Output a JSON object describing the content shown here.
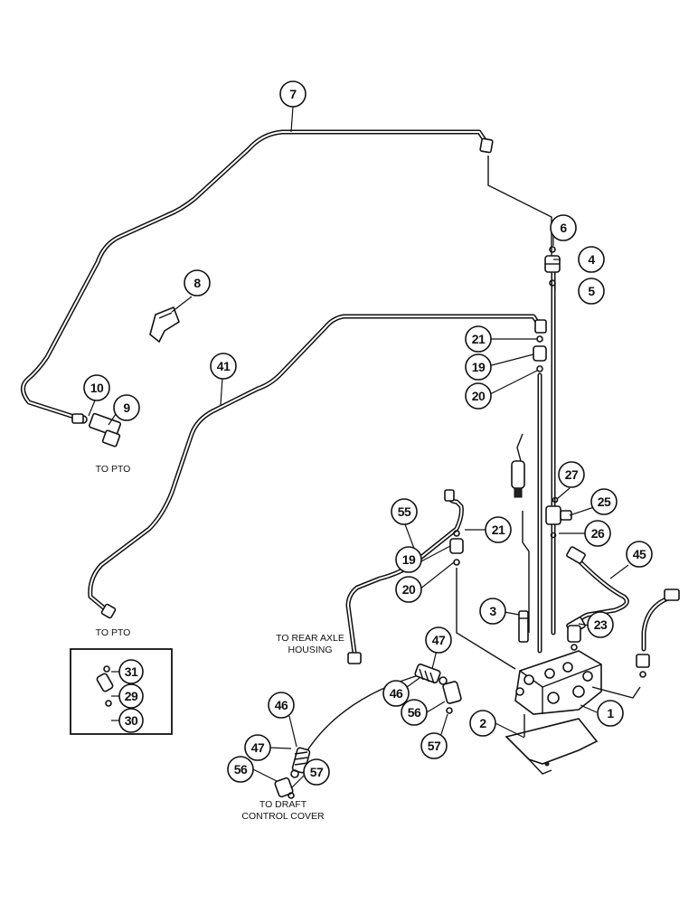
{
  "callouts": [
    {
      "id": "c7",
      "label": "7"
    },
    {
      "id": "c6",
      "label": "6"
    },
    {
      "id": "c4",
      "label": "4"
    },
    {
      "id": "c5",
      "label": "5"
    },
    {
      "id": "c8",
      "label": "8"
    },
    {
      "id": "c21a",
      "label": "21"
    },
    {
      "id": "c19a",
      "label": "19"
    },
    {
      "id": "c20a",
      "label": "20"
    },
    {
      "id": "c41",
      "label": "41"
    },
    {
      "id": "c10",
      "label": "10"
    },
    {
      "id": "c9",
      "label": "9"
    },
    {
      "id": "c27",
      "label": "27"
    },
    {
      "id": "c25",
      "label": "25"
    },
    {
      "id": "c26",
      "label": "26"
    },
    {
      "id": "c55",
      "label": "55"
    },
    {
      "id": "c21b",
      "label": "21"
    },
    {
      "id": "c19b",
      "label": "19"
    },
    {
      "id": "c20b",
      "label": "20"
    },
    {
      "id": "c45",
      "label": "45"
    },
    {
      "id": "c3",
      "label": "3"
    },
    {
      "id": "c23",
      "label": "23"
    },
    {
      "id": "c47a",
      "label": "47"
    },
    {
      "id": "c31",
      "label": "31"
    },
    {
      "id": "c29",
      "label": "29"
    },
    {
      "id": "c30",
      "label": "30"
    },
    {
      "id": "c46a",
      "label": "46"
    },
    {
      "id": "c56a",
      "label": "56"
    },
    {
      "id": "c1",
      "label": "1"
    },
    {
      "id": "c2",
      "label": "2"
    },
    {
      "id": "c46b",
      "label": "46"
    },
    {
      "id": "c57a",
      "label": "57"
    },
    {
      "id": "c47b",
      "label": "47"
    },
    {
      "id": "c56b",
      "label": "56"
    },
    {
      "id": "c57b",
      "label": "57"
    }
  ],
  "notes": {
    "to_pto_upper": "TO PTO",
    "to_pto_lower": "TO PTO",
    "to_rear_axle_1": "TO REAR AXLE",
    "to_rear_axle_2": "HOUSING",
    "to_draft_1": "TO DRAFT",
    "to_draft_2": "CONTROL COVER"
  }
}
